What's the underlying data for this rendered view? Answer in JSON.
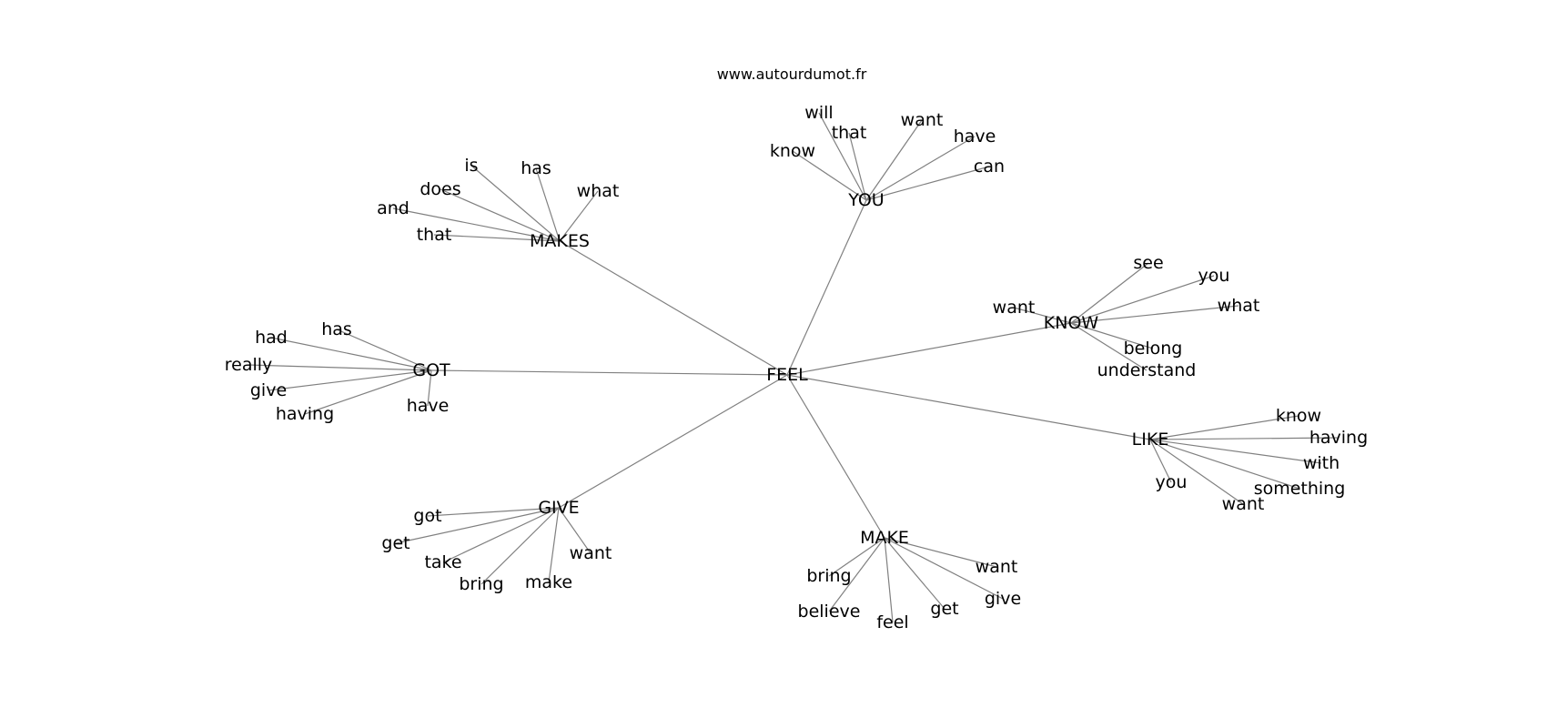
{
  "watermark": "www.autourdumot.fr",
  "colors": {
    "edge": "#808080",
    "text": "#000000",
    "background": "#ffffff"
  },
  "graph": {
    "center": "FEEL",
    "hubs": [
      {
        "id": "you",
        "label": "YOU",
        "leaves": [
          "will",
          "that",
          "know",
          "want",
          "have",
          "can"
        ]
      },
      {
        "id": "makes",
        "label": "MAKES",
        "leaves": [
          "is",
          "has",
          "does",
          "what",
          "and",
          "that"
        ]
      },
      {
        "id": "know",
        "label": "KNOW",
        "leaves": [
          "see",
          "you",
          "what",
          "want",
          "belong",
          "understand"
        ]
      },
      {
        "id": "got",
        "label": "GOT",
        "leaves": [
          "has",
          "had",
          "really",
          "give",
          "having",
          "have"
        ]
      },
      {
        "id": "like",
        "label": "LIKE",
        "leaves": [
          "know",
          "having",
          "with",
          "something",
          "want",
          "you"
        ]
      },
      {
        "id": "give",
        "label": "GIVE",
        "leaves": [
          "got",
          "get",
          "take",
          "bring",
          "make",
          "want"
        ]
      },
      {
        "id": "make",
        "label": "MAKE",
        "leaves": [
          "bring",
          "believe",
          "feel",
          "get",
          "give",
          "want"
        ]
      }
    ]
  }
}
